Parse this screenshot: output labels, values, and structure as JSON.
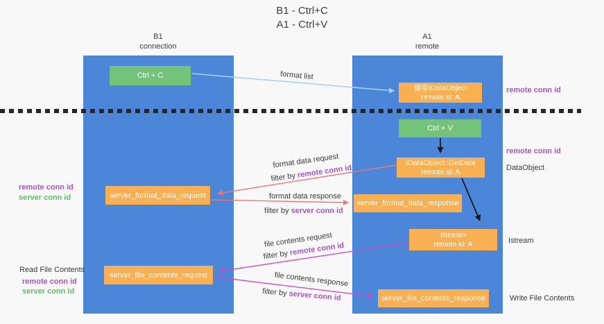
{
  "title": {
    "line1": "B1 - Ctrl+C",
    "line2": "A1 - Ctrl+V"
  },
  "lanes": {
    "left": {
      "title": "B1",
      "subtitle": "connection"
    },
    "right": {
      "title": "A1",
      "subtitle": "remote"
    }
  },
  "nodes": {
    "ctrl_c": {
      "label": "Ctrl + C"
    },
    "saved_dataobject": {
      "line1": "保存IDataObject",
      "line2": "remote id: A"
    },
    "ctrl_v": {
      "label": "Ctrl + V"
    },
    "getdata": {
      "line1": "IDataObject::GetData",
      "line2": "remote id: A"
    },
    "server_format_data_request": {
      "label": "server_format_data_request"
    },
    "server_format_data_response": {
      "label": "server_format_data_response"
    },
    "istream": {
      "line1": "IStream",
      "line2": "remote id: A"
    },
    "server_file_contents_request": {
      "label": "server_file_contents_request"
    },
    "server_file_contents_response": {
      "label": "server_file_contents_response"
    }
  },
  "edge_labels": {
    "format_list": "format list",
    "format_data_request": "format data request",
    "format_data_response": "format data response",
    "file_contents_request": "file contents request",
    "file_contents_response": "file contents response",
    "filter_by": "filter by ",
    "remote_conn_id": "remote conn id",
    "server_conn_id": "server conn id"
  },
  "annotations": {
    "right_remote_conn_id_top": "remote conn id",
    "right_remote_conn_id_mid": "remote conn id",
    "right_dataobject": "DataObject",
    "right_istream": "Istream",
    "right_write_file": "Write File Contents",
    "left_remote_conn_id_mid": "remote conn id",
    "left_server_conn_id_mid": "server conn id",
    "left_read_file": "Read File Contents",
    "left_remote_conn_id_bottom": "remote conn id",
    "left_server_conn_id_bottom": "server conn id"
  },
  "colors": {
    "lane_blue": "#4c86d9",
    "node_green": "#75c37b",
    "node_orange": "#f9b052",
    "arrow_light_blue": "#a9d2ee",
    "arrow_salmon": "#e87a74",
    "arrow_magenta": "#c94fc6",
    "arrow_black": "#1a1a1a",
    "text_purple": "#a855c4",
    "text_green": "#65bd6a"
  }
}
